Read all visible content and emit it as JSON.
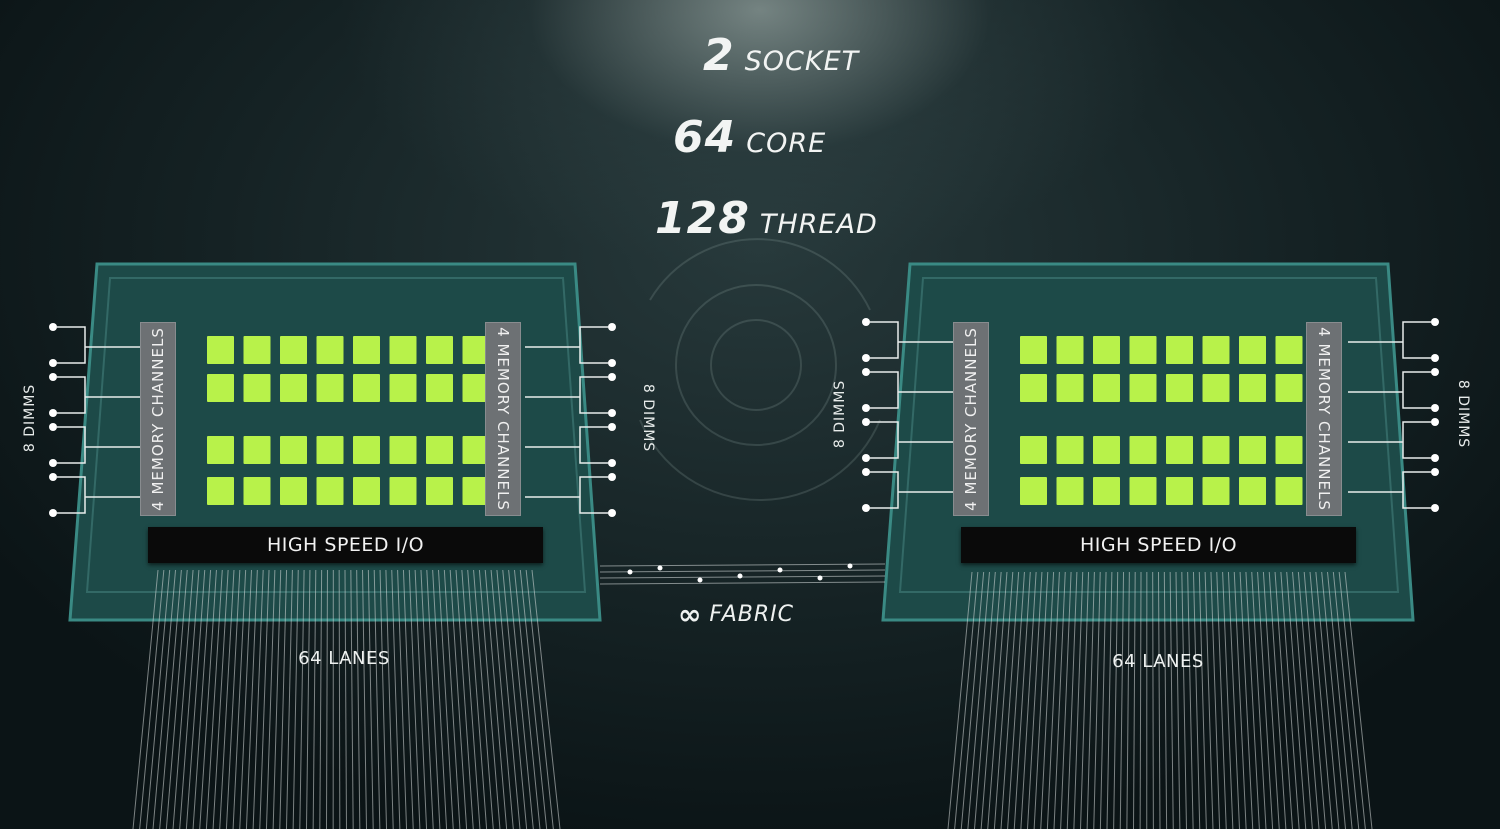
{
  "headline": {
    "sockets": {
      "number": "2",
      "word": "SOCKET"
    },
    "cores": {
      "number": "64",
      "word": "CORE"
    },
    "threads": {
      "number": "128",
      "word": "THREAD"
    }
  },
  "sockets": [
    {
      "id": "left",
      "io_label": "HIGH SPEED I/O",
      "left_channels_label": "4 MEMORY CHANNELS",
      "right_channels_label": "4 MEMORY CHANNELS",
      "left_dimms_label": "8 DIMMS",
      "right_dimms_label": "8 DIMMS",
      "lanes_label": "64 LANES",
      "core_rows": 4,
      "cores_per_row": 8
    },
    {
      "id": "right",
      "io_label": "HIGH SPEED I/O",
      "left_channels_label": "4 MEMORY CHANNELS",
      "right_channels_label": "4 MEMORY CHANNELS",
      "left_dimms_label": "8 DIMMS",
      "right_dimms_label": "8 DIMMS",
      "lanes_label": "64 LANES",
      "core_rows": 4,
      "cores_per_row": 8
    }
  ],
  "interconnect": {
    "icon": "infinity-icon",
    "label": "FABRIC"
  },
  "colors": {
    "background": "#142224",
    "package": "#1d4a48",
    "package_edge": "#3a8a84",
    "core": "#b8f24a",
    "io_bar": "#0a0a0a",
    "channel_bar": "#6d7174",
    "lane_lines": "#d8dcdc"
  }
}
